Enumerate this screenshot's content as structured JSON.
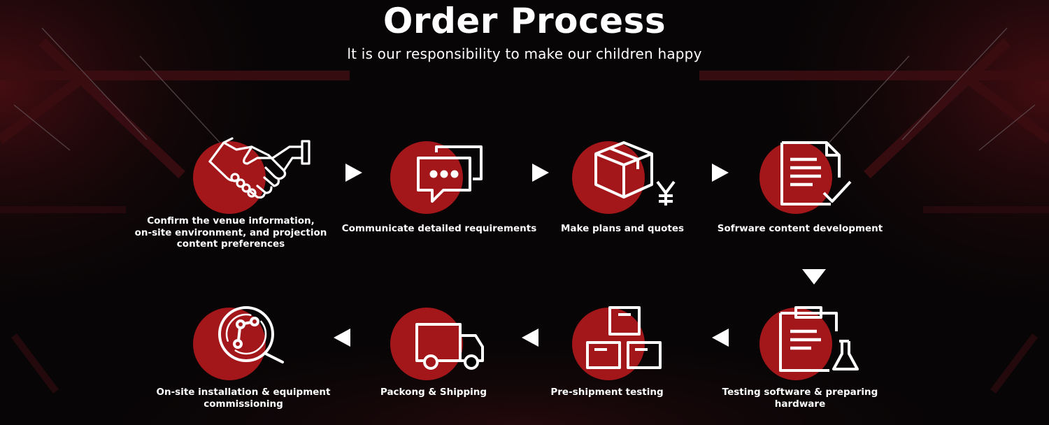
{
  "header": {
    "title": "Order Process",
    "subtitle": "lt is our responsibility to make our children happy"
  },
  "steps": [
    {
      "label": "Confirm the venue information,\non-site environment, and projection\ncontent preferences",
      "icon": "handshake-icon"
    },
    {
      "label": "Communicate detailed requirements",
      "icon": "chat-bubbles-icon"
    },
    {
      "label": "Make plans and quotes",
      "icon": "box-yen-icon"
    },
    {
      "label": "Sofrware content development",
      "icon": "document-check-icon"
    },
    {
      "label": "Testing software & preparing\nhardware",
      "icon": "clipboard-flask-icon"
    },
    {
      "label": "Pre-shipment testing",
      "icon": "stacked-boxes-icon"
    },
    {
      "label": "Packong & Shipping",
      "icon": "delivery-truck-icon"
    },
    {
      "label": "On-site installation & equipment\ncommissioning",
      "icon": "magnifier-network-icon"
    }
  ],
  "colors": {
    "background": "#070506",
    "accent": "#a3161a",
    "text": "#ffffff"
  }
}
